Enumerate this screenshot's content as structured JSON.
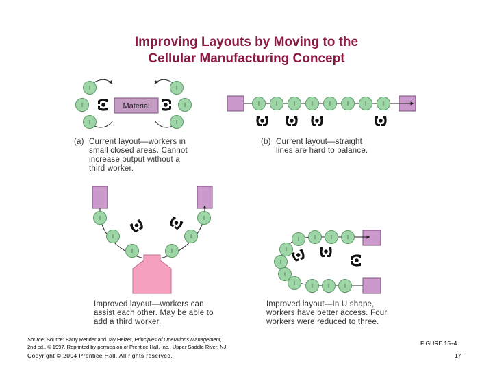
{
  "slide": {
    "title_line1": "Improving Layouts by Moving to the",
    "title_line2": "Cellular Manufacturing Concept"
  },
  "panels": {
    "a": {
      "label": "(a)",
      "material_label": "Material",
      "caption_lines": [
        "Current layout—workers in",
        "small closed areas. Cannot",
        "increase output without a",
        "third worker."
      ]
    },
    "b": {
      "label": "(b)",
      "caption_lines": [
        "Current layout—straight",
        "lines are hard to balance."
      ]
    },
    "c": {
      "caption_lines": [
        "Improved layout—workers can",
        "assist each other. May be able to",
        "add a third worker."
      ]
    },
    "d": {
      "caption_lines": [
        "Improved layout—In U shape,",
        "workers have better access. Four",
        "workers were reduced to three."
      ]
    }
  },
  "footer": {
    "source_prefix": "Source:",
    "source_text_1": " Source: Barry Render and Jay Heizer, ",
    "source_book": "Principles of Operations Management,",
    "source_line2": "2nd ed., © 1997. Reprinted by permission of Prentice Hall, Inc., Upper Saddle River, NJ.",
    "copyright": "Copyright © 2004 Prentice Hall. All rights reserved.",
    "figure": "FIGURE 15–4",
    "page": "17"
  },
  "colors": {
    "title": "#8a1a44",
    "machine_fill": "#9fd6a8",
    "machine_stroke": "#5d9a68",
    "station_fill": "#cc99cc",
    "material_fill": "#c49cc4",
    "block_fill": "#f5a0bf"
  }
}
